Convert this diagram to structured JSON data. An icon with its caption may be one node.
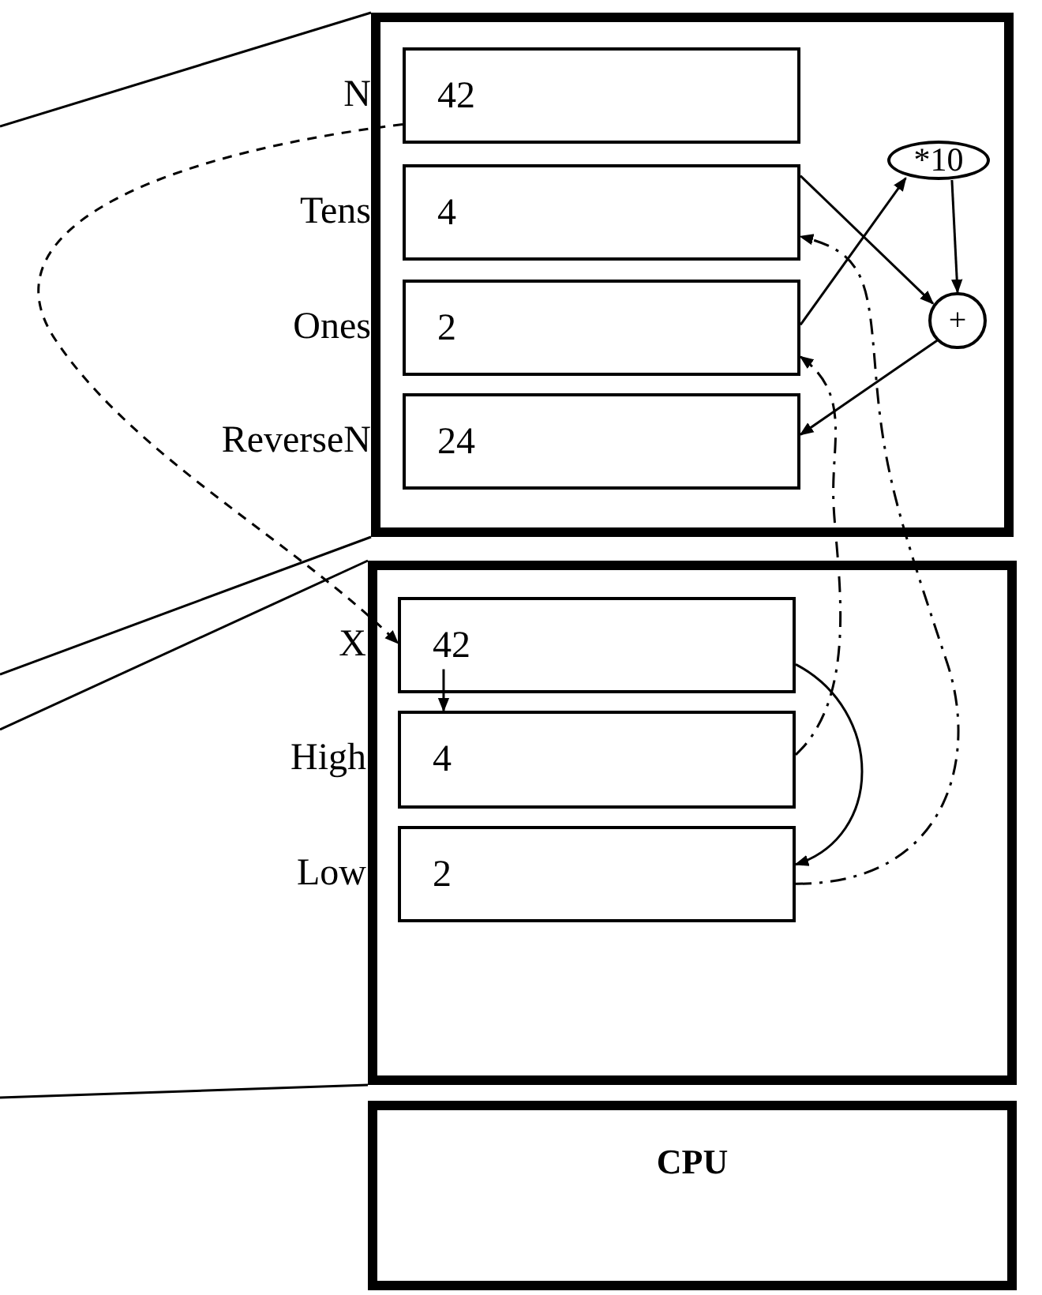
{
  "diagram": {
    "nodes": [
      {
        "text": [],
        "shape": "box"
      },
      {
        "text": [
          "42"
        ],
        "in": 0,
        "beside": [
          "N"
        ]
      },
      {
        "text": [
          "4"
        ],
        "in": 0,
        "beside": [
          "Tens"
        ]
      },
      {
        "text": [
          "2"
        ],
        "in": 0,
        "beside": [
          "Ones"
        ]
      },
      {
        "text": [
          "24"
        ],
        "in": 0,
        "beside": [
          "ReverseN"
        ]
      },
      {
        "text": [
          "*10"
        ],
        "in": 0
      },
      {
        "text": [
          "+"
        ],
        "in": 0
      },
      {
        "text": [],
        "shape": "box"
      },
      {
        "text": [
          "42"
        ],
        "in": 7,
        "beside": [
          "X"
        ]
      },
      {
        "text": [
          "4"
        ],
        "in": 7,
        "beside": [
          "High"
        ]
      },
      {
        "text": [
          "2"
        ],
        "in": 7,
        "beside": [
          "Low"
        ]
      },
      {
        "text": [
          "CPU"
        ]
      }
    ],
    "edges": [
      {
        "from": 1,
        "to": 8,
        "arrow": "to",
        "style": "dashed"
      },
      {
        "from": 2,
        "to": 6,
        "arrow": "to"
      },
      {
        "from": 3,
        "to": 5,
        "arrow": "to"
      },
      {
        "from": 5,
        "to": 6,
        "arrow": "to"
      },
      {
        "from": 6,
        "to": 4,
        "arrow": "to"
      },
      {
        "from": 8,
        "to": 9,
        "arrow": "to"
      },
      {
        "from": 8,
        "to": 10,
        "arrow": "to"
      },
      {
        "from": 9,
        "to": 3,
        "arrow": "to",
        "style": "dashed"
      },
      {
        "from": 10,
        "to": 2,
        "arrow": "to",
        "style": "dashed"
      },
      {
        "from": 0,
        "to": null,
        "arrow": "none"
      },
      {
        "from": 0,
        "to": null,
        "arrow": "none"
      },
      {
        "from": 7,
        "to": null,
        "arrow": "none"
      },
      {
        "from": 7,
        "to": null,
        "arrow": "none"
      }
    ]
  }
}
